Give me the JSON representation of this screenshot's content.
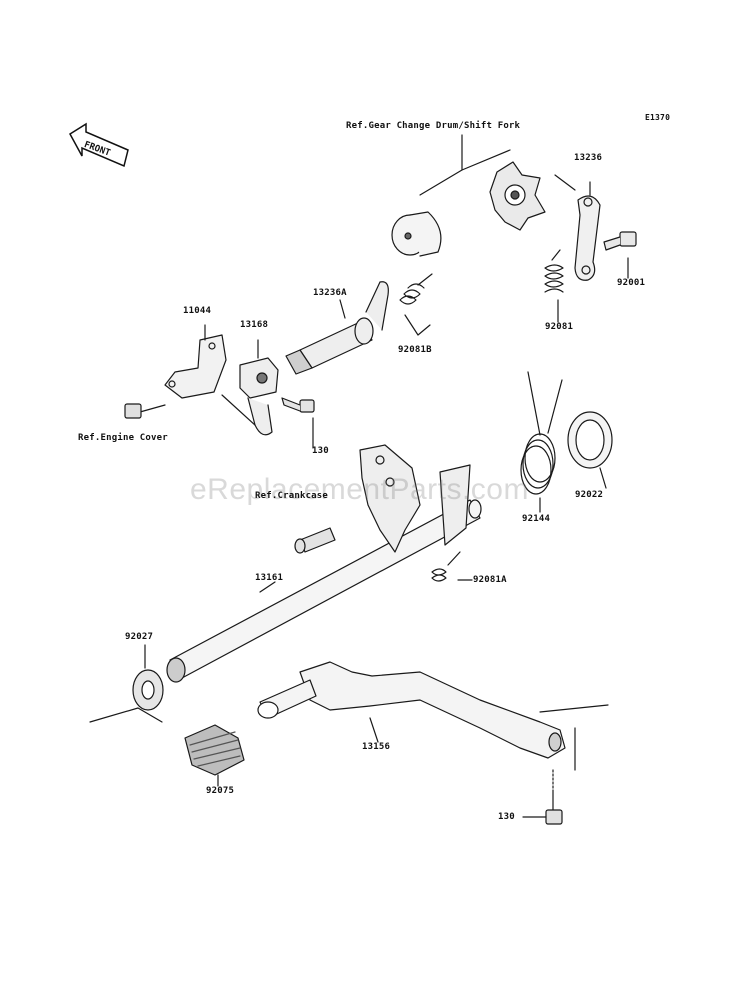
{
  "diagram_code": "E1370",
  "front_label": "FRONT",
  "watermark": "eReplacementParts.com",
  "references": {
    "gear_change_drum": "Ref.Gear Change Drum/Shift Fork",
    "engine_cover": "Ref.Engine Cover",
    "crankcase": "Ref.Crankcase"
  },
  "parts": {
    "p13236": "13236",
    "p92001": "92001",
    "p92081": "92081",
    "p13236A": "13236A",
    "p92081B": "92081B",
    "p11044": "11044",
    "p13168": "13168",
    "p130_upper": "130",
    "p92022": "92022",
    "p92144": "92144",
    "p92081A": "92081A",
    "p13161": "13161",
    "p92027": "92027",
    "p13156": "13156",
    "p92075": "92075",
    "p130_lower": "130"
  },
  "colors": {
    "line": "#1a1a1a",
    "fill_light": "#f2f2f2",
    "fill_mid": "#d9d9d9",
    "fill_dark": "#8c8c8c"
  }
}
